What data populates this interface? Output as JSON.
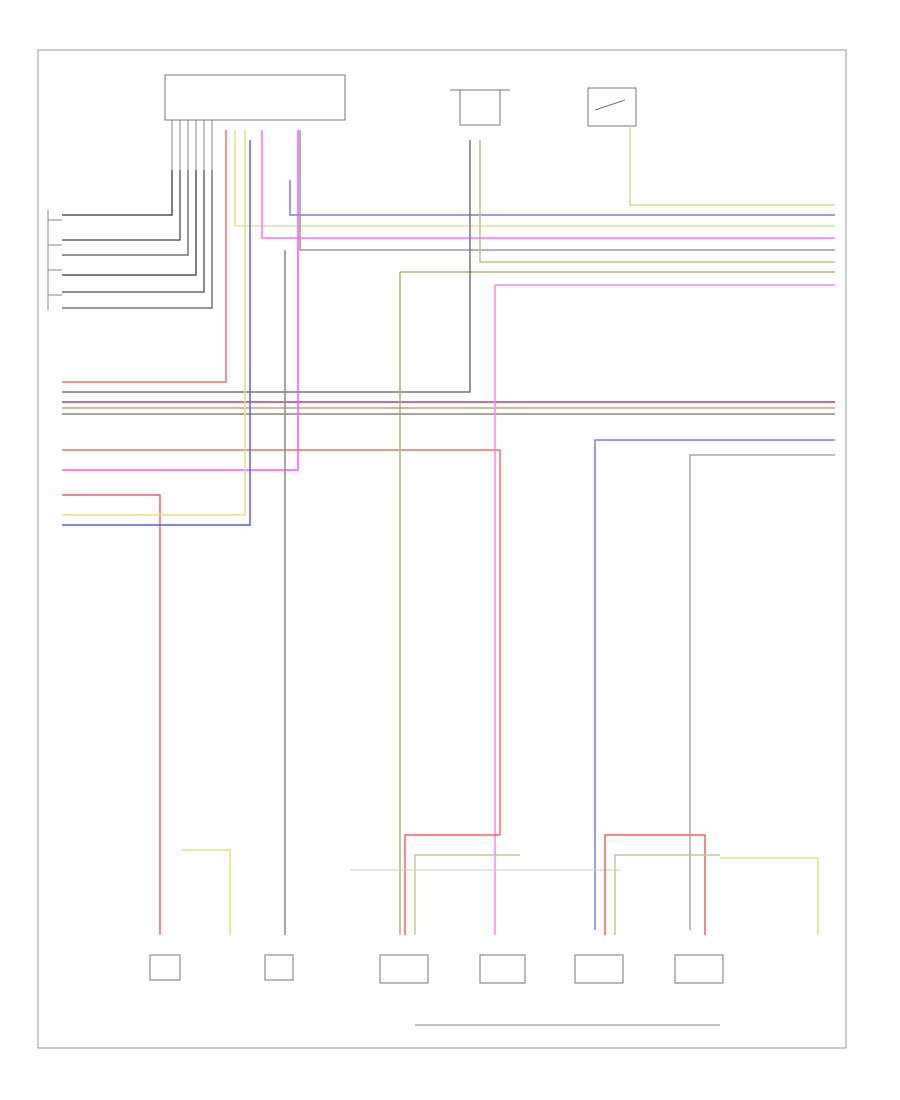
{
  "page": {
    "title": "",
    "footer_code": "",
    "fuel_pump_label": ""
  },
  "colors": {
    "red": "#ff5b5b",
    "pink": "#ff4dff",
    "blue": "#5a5aff",
    "yellow": "#e8e870",
    "tan": "#c8c888",
    "olive": "#b0b070",
    "gray": "#8c8c8c",
    "dark": "#555555",
    "black": "#333333"
  },
  "components": [
    {
      "id": "top-control-module",
      "name": ""
    },
    {
      "id": "fuel-gauge-sender",
      "name": ""
    },
    {
      "id": "top-sensor-middle",
      "name": ""
    },
    {
      "id": "top-switch-right",
      "name": ""
    },
    {
      "id": "bottom-switch-1",
      "name": ""
    },
    {
      "id": "bottom-switch-2",
      "name": ""
    },
    {
      "id": "bottom-sensor-1",
      "name": ""
    },
    {
      "id": "bottom-sensor-2",
      "name": ""
    },
    {
      "id": "bottom-sensor-3",
      "name": ""
    },
    {
      "id": "bottom-sensor-4",
      "name": ""
    }
  ]
}
